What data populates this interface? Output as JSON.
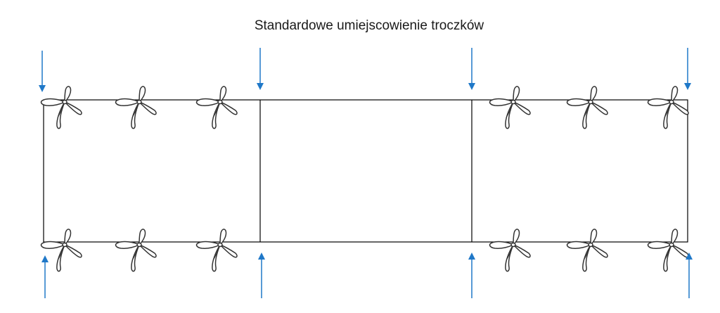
{
  "title": "Standardowe umiejscowienie troczków",
  "colors": {
    "arrow": "#1f78c8",
    "outline": "#000000",
    "tie_fill": "#ffffff",
    "tie_stroke": "#333333"
  },
  "sections": [
    {
      "id": "left-section",
      "ties_per_edge": 3
    },
    {
      "id": "middle-section",
      "ties_per_edge": 0
    },
    {
      "id": "right-section",
      "ties_per_edge": 3
    }
  ],
  "tie_icon": "ribbon-tie-icon",
  "arrow_icon": "arrow-icon"
}
